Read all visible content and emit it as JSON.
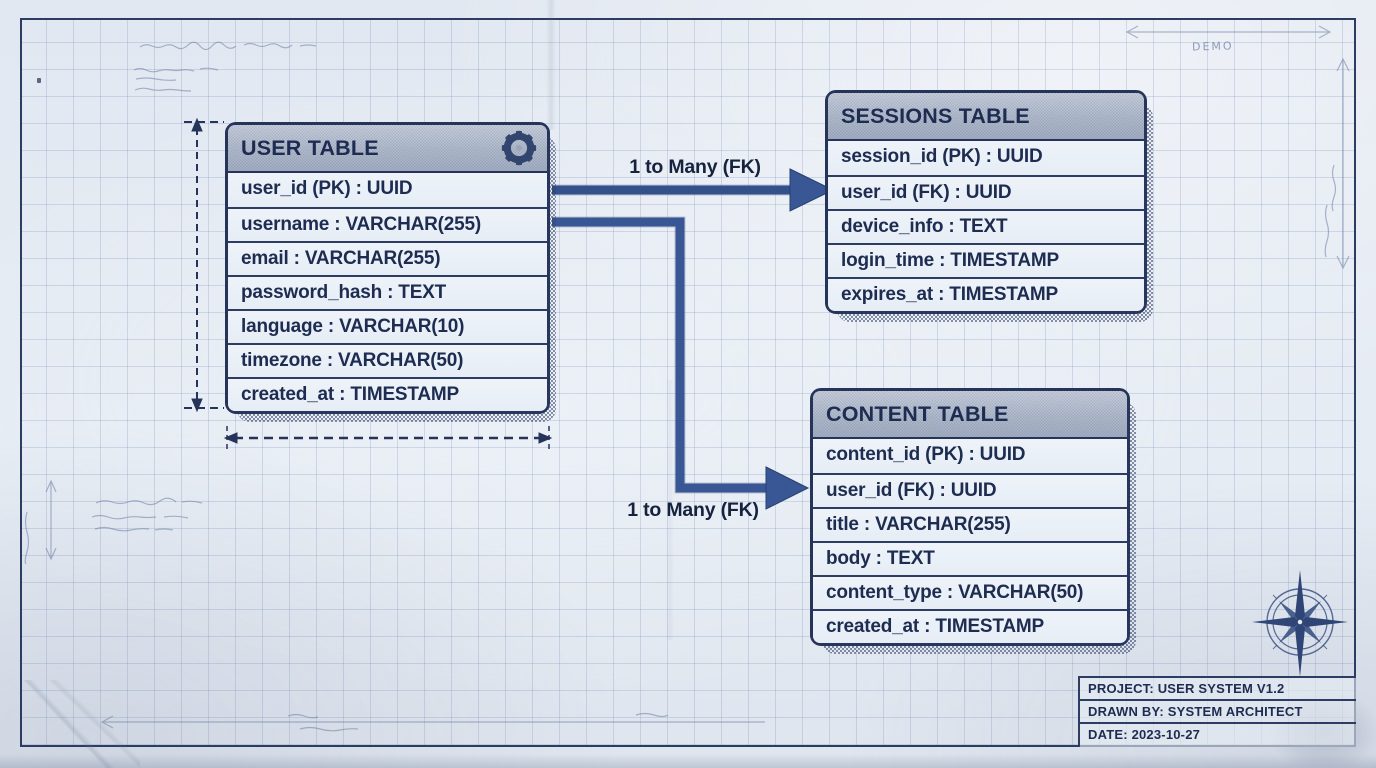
{
  "colors": {
    "paper": "#e4eaf2",
    "grid_line": "#93a9c9",
    "ink": "#1d2c50",
    "table_border": "#26345a",
    "header_fill": "#b3bccd",
    "row_fill": "#eaf0f7",
    "arrow": "#3a5795",
    "pencil": "#7688ab"
  },
  "diagram": {
    "tables": [
      {
        "title": "USER TABLE",
        "header_icon": "gear-icon",
        "fields": [
          "user_id (PK) : UUID",
          "username : VARCHAR(255)",
          "email : VARCHAR(255)",
          "password_hash : TEXT",
          "language : VARCHAR(10)",
          "timezone : VARCHAR(50)",
          "created_at : TIMESTAMP"
        ]
      },
      {
        "title": "SESSIONS TABLE",
        "fields": [
          "session_id (PK) : UUID",
          "user_id (FK) : UUID",
          "device_info : TEXT",
          "login_time : TIMESTAMP",
          "expires_at : TIMESTAMP"
        ]
      },
      {
        "title": "CONTENT TABLE",
        "fields": [
          "content_id (PK) : UUID",
          "user_id (FK) : UUID",
          "title : VARCHAR(255)",
          "body : TEXT",
          "content_type : VARCHAR(50)",
          "created_at : TIMESTAMP"
        ]
      }
    ],
    "relationships": [
      {
        "from": "USER TABLE",
        "to": "SESSIONS TABLE",
        "label": "1 to Many (FK)"
      },
      {
        "from": "USER TABLE",
        "to": "CONTENT TABLE",
        "label": "1 to Many (FK)"
      }
    ]
  },
  "title_block": {
    "project": "PROJECT: USER SYSTEM V1.2",
    "drawn_by": "DRAWN BY: SYSTEM ARCHITECT",
    "date": "DATE: 2023-10-27"
  },
  "annotations": {
    "pencil_note": "DEMO"
  }
}
